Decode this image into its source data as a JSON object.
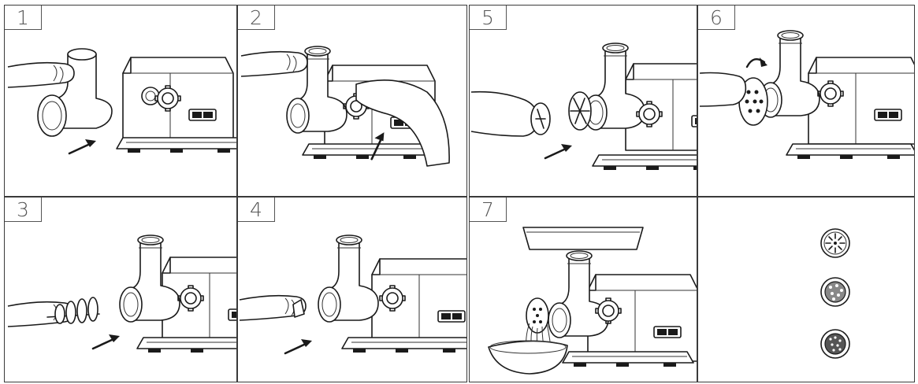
{
  "panels": [
    {
      "id": "p1",
      "number": "1"
    },
    {
      "id": "p2",
      "number": "2"
    },
    {
      "id": "p3",
      "number": "3"
    },
    {
      "id": "p4",
      "number": "4"
    },
    {
      "id": "p5",
      "number": "5"
    },
    {
      "id": "p6",
      "number": "6"
    },
    {
      "id": "p7",
      "number": "7"
    },
    {
      "id": "p8",
      "number": ""
    }
  ]
}
